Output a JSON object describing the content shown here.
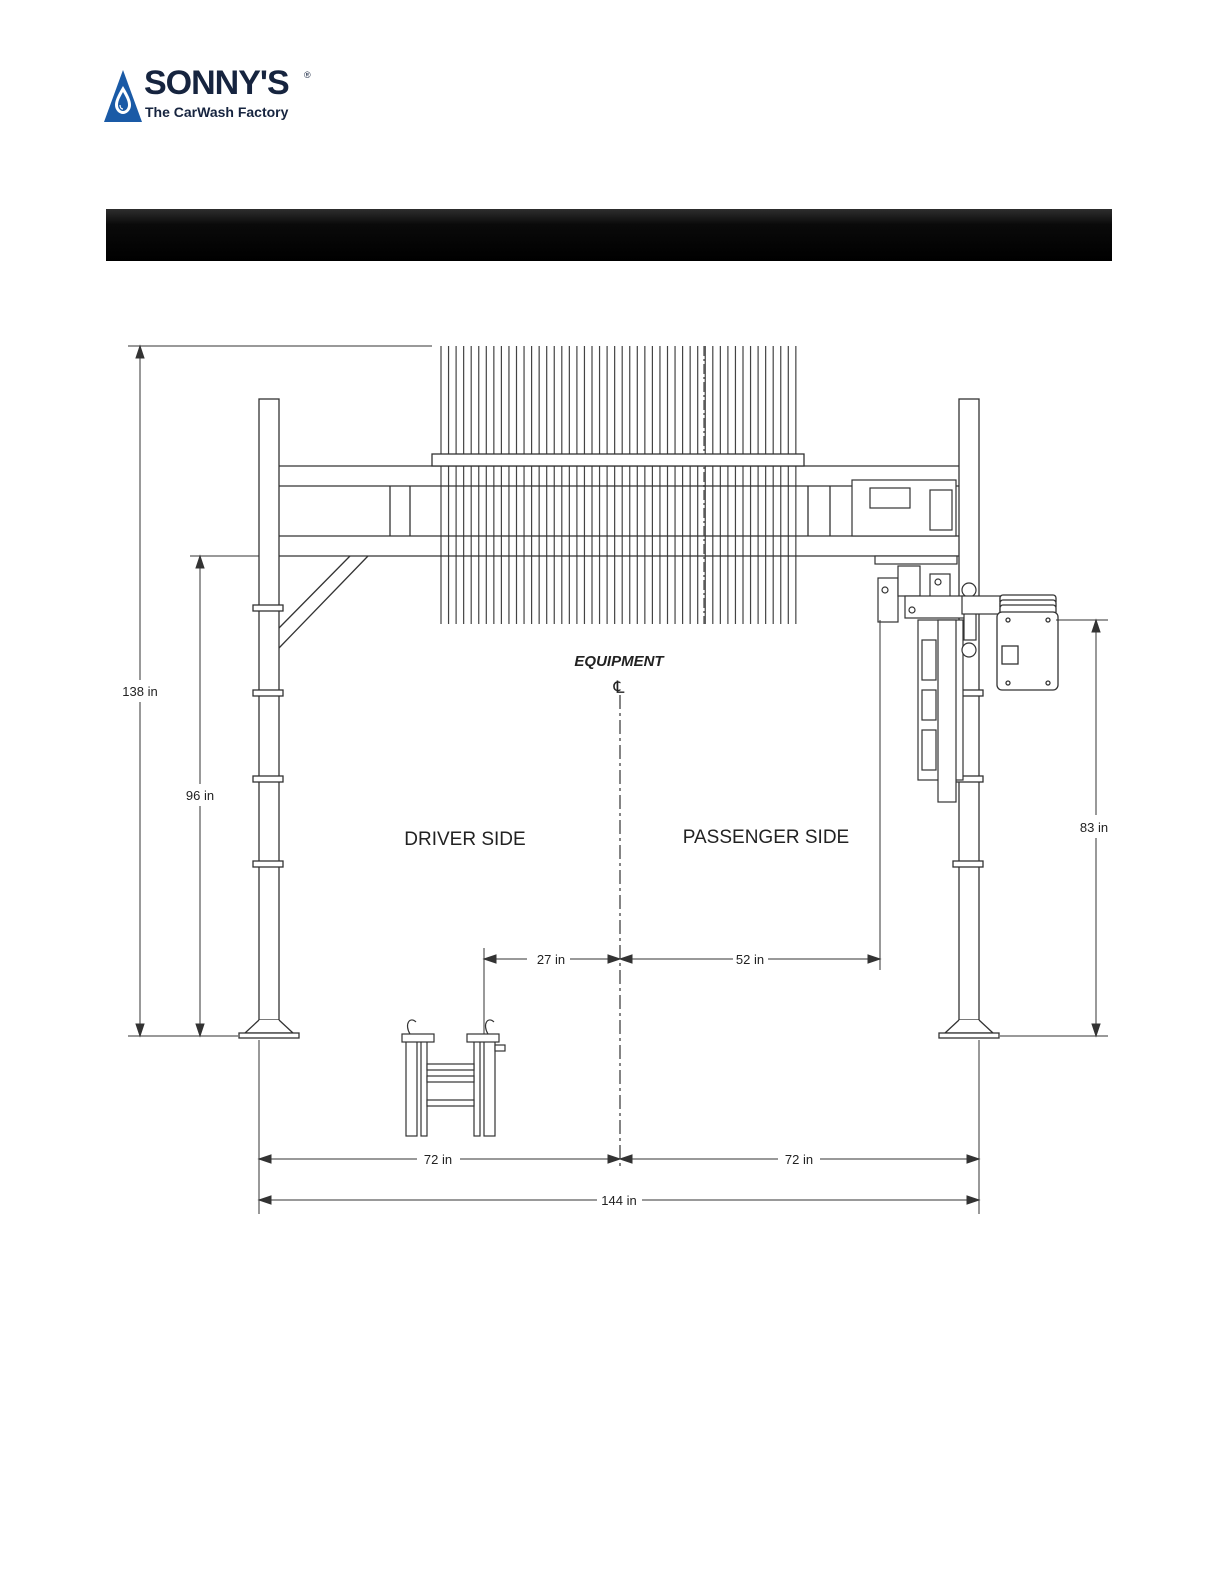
{
  "logo": {
    "brand": "SONNY'S",
    "registered": "®",
    "tagline": "The CarWash Factory",
    "brand_color": "#1a5aa6"
  },
  "header": {
    "title": "",
    "color": "#000000"
  },
  "drawing": {
    "equipment_label": "EQUIPMENT",
    "centerline_symbol": "℄",
    "driver_side_label": "DRIVER SIDE",
    "passenger_side_label": "PASSENGER SIDE",
    "dimensions": {
      "overall_height": "138 in",
      "arm_height": "96 in",
      "panel_height": "83 in",
      "left_offset": "27 in",
      "right_offset": "52 in",
      "left_half_width": "72 in",
      "right_half_width": "72 in",
      "overall_width": "144 in"
    }
  }
}
